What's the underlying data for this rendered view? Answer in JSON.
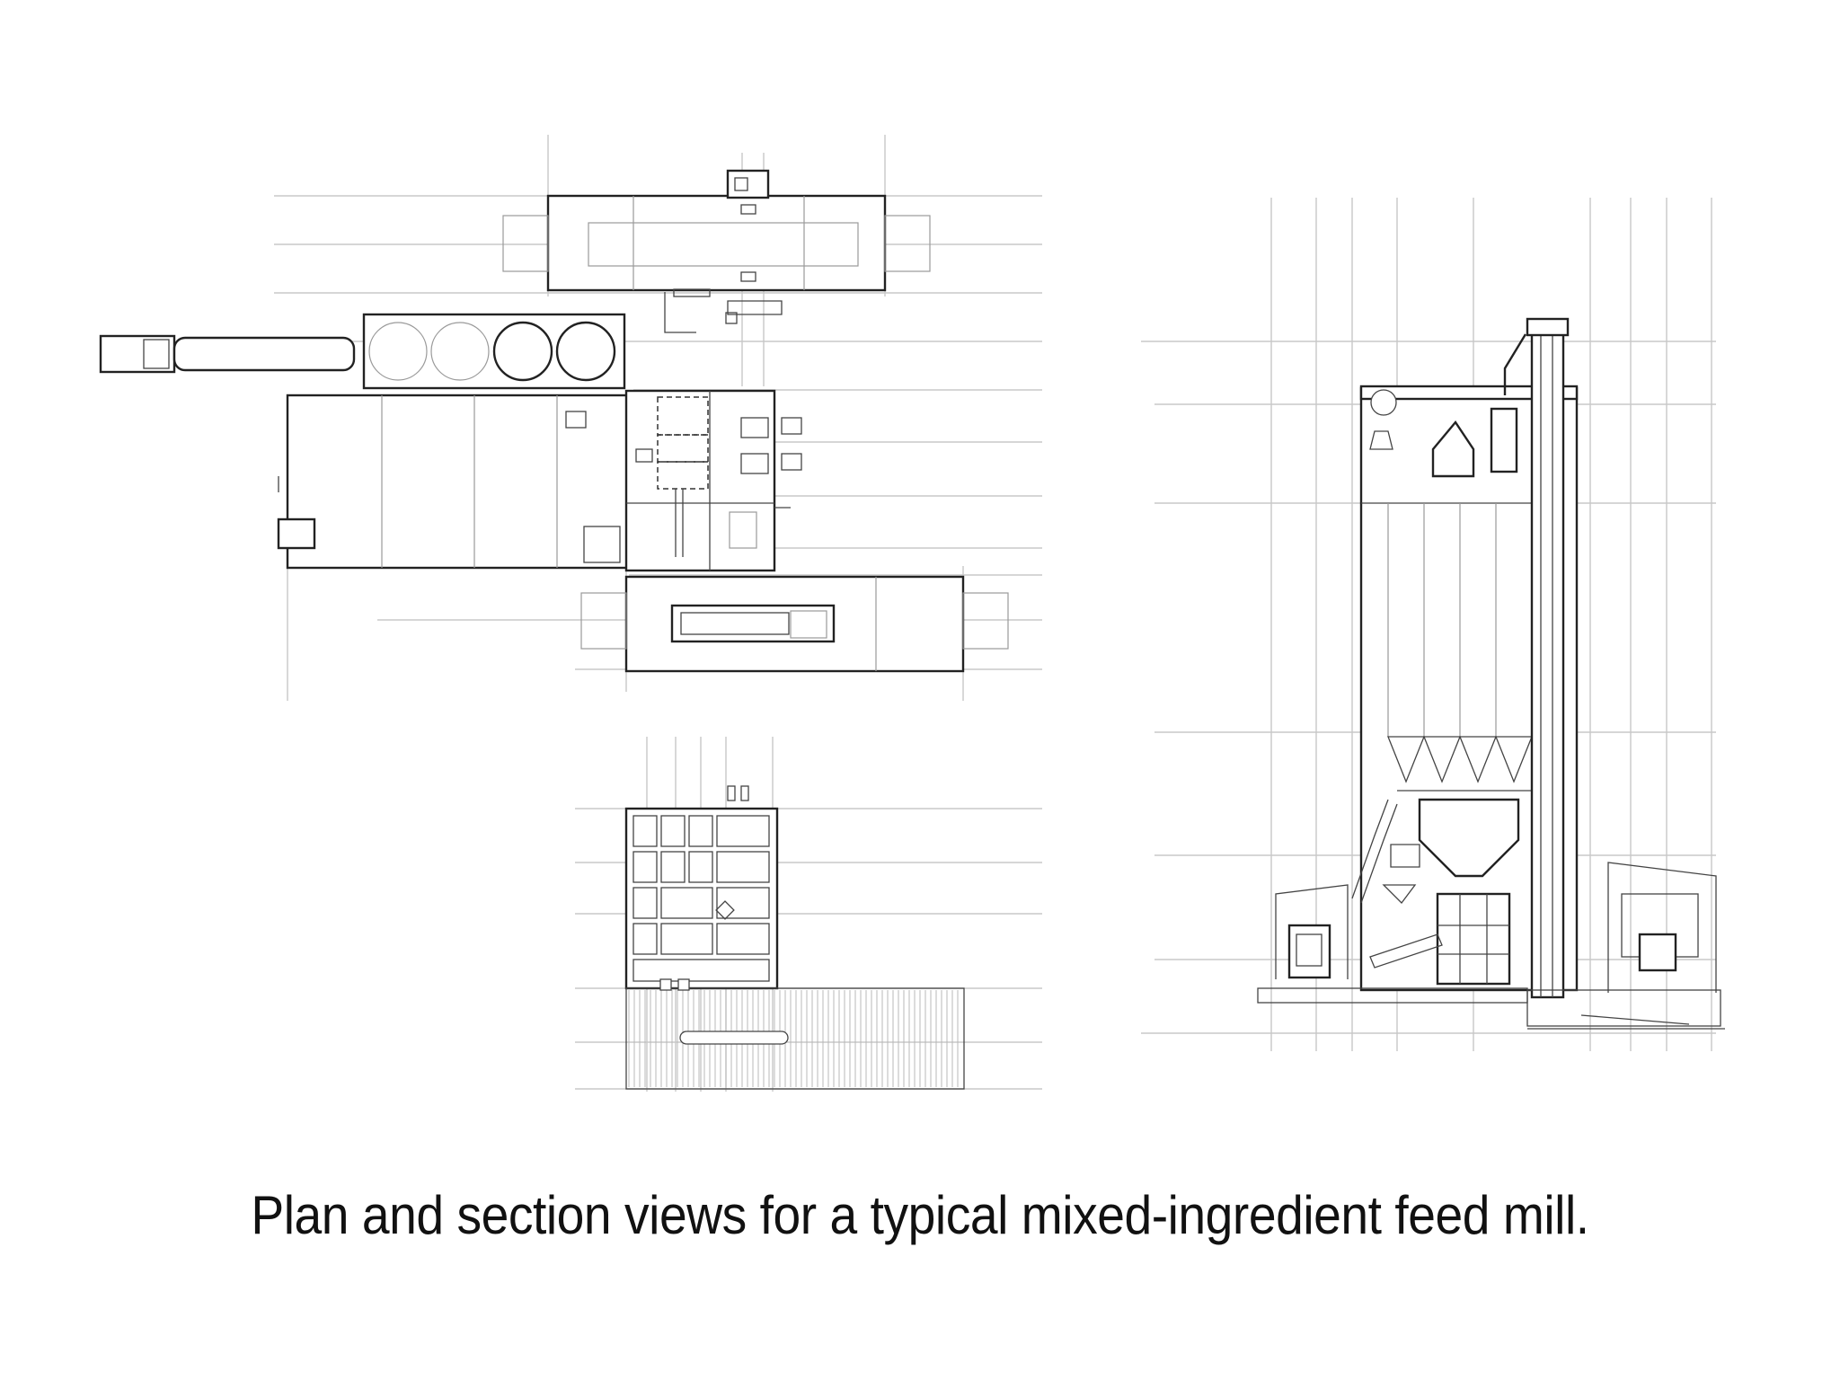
{
  "caption": "Plan and section views for a typical mixed-ingredient feed mill.",
  "views": [
    "plan-view",
    "section-view"
  ]
}
